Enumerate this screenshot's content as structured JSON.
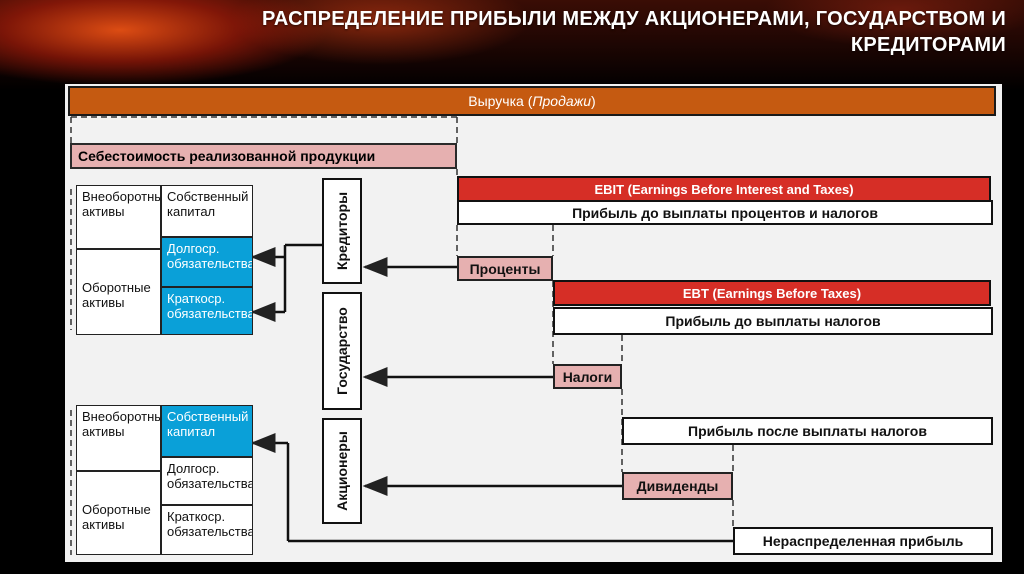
{
  "title": "РАСПРЕДЕЛЕНИЕ ПРИБЫЛИ МЕЖДУ АКЦИОНЕРАМИ, ГОСУДАРСТВОМ И КРЕДИТОРАМИ",
  "revenue": {
    "label": "Выручка (",
    "italic": "Продажи",
    "close": ")"
  },
  "cogs": "Себестоимость реализованной продукции",
  "ebit": {
    "header": "EBIT (Earnings Before Interest and Taxes)",
    "row": "Прибыль до выплаты процентов и налогов"
  },
  "interest": "Проценты",
  "ebt": {
    "header": "EBT (Earnings Before Taxes)",
    "row": "Прибыль до выплаты налогов"
  },
  "taxes": "Налоги",
  "net_income": "Прибыль после выплаты налогов",
  "dividends": "Дивиденды",
  "retained": "Нераспределенная прибыль",
  "recipients": {
    "creditors": "Кредиторы",
    "state": "Государство",
    "shareholders": "Акционеры"
  },
  "balance_top": {
    "noncurrent": "Внеоборотные активы",
    "current": "Оборотные активы",
    "equity": "Собственный капитал",
    "long_term": "Долгоср. обязательства",
    "short_term": "Краткоср. обязательства"
  },
  "balance_bottom": {
    "noncurrent": "Внеоборотные активы",
    "current": "Оборотные активы",
    "equity": "Собственный капитал",
    "long_term": "Долгоср. обязательства",
    "short_term": "Краткоср. обязательства"
  },
  "colors": {
    "revenue": "#c55a11",
    "pink": "#e6b0b0",
    "red": "#d62e26",
    "blue": "#0aa0d8"
  }
}
